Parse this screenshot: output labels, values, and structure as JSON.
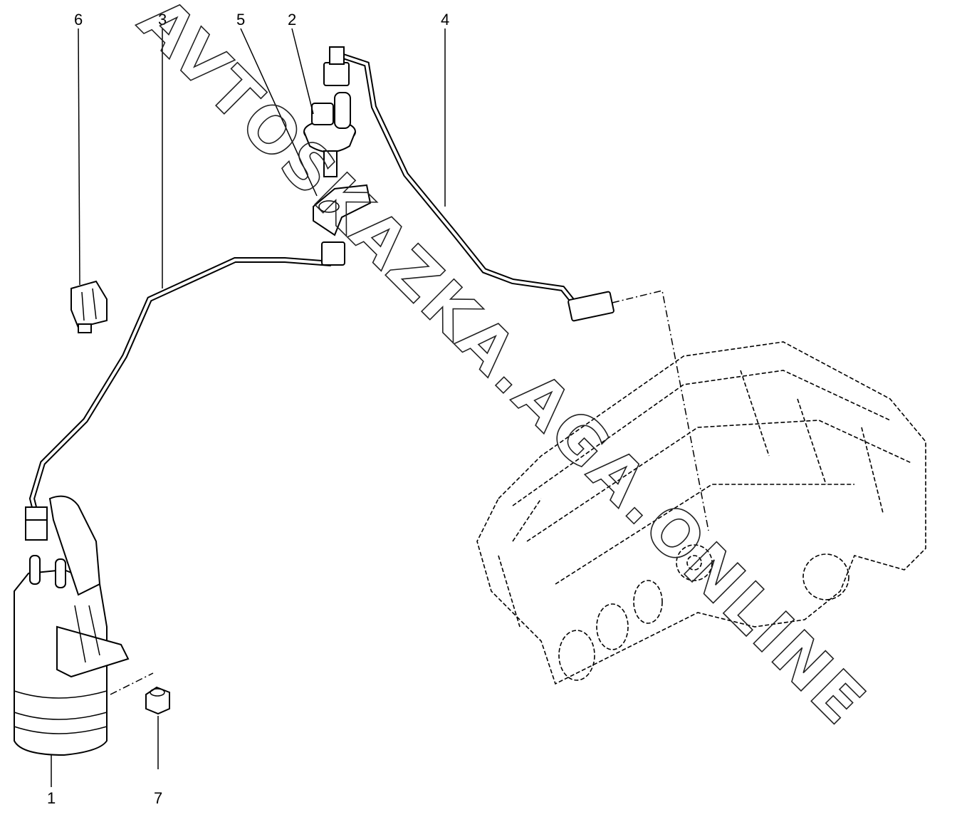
{
  "callouts": [
    {
      "id": "6",
      "label": "6"
    },
    {
      "id": "3",
      "label": "3"
    },
    {
      "id": "5",
      "label": "5"
    },
    {
      "id": "2",
      "label": "2"
    },
    {
      "id": "4",
      "label": "4"
    },
    {
      "id": "1",
      "label": "1"
    },
    {
      "id": "7",
      "label": "7"
    }
  ],
  "watermark": "AVTOSKAZKA.AGA.ONLINE"
}
